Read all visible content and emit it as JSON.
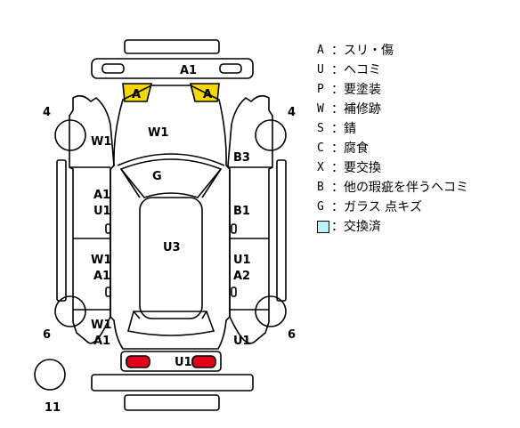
{
  "legend": [
    {
      "code": "A",
      "sep": "：",
      "meaning": "スリ・傷"
    },
    {
      "code": "U",
      "sep": "：",
      "meaning": "ヘコミ"
    },
    {
      "code": "P",
      "sep": "：",
      "meaning": "要塗装"
    },
    {
      "code": "W",
      "sep": "：",
      "meaning": "補修跡"
    },
    {
      "code": "S",
      "sep": "：",
      "meaning": "錆"
    },
    {
      "code": "C",
      "sep": "：",
      "meaning": "腐食"
    },
    {
      "code": "X",
      "sep": "：",
      "meaning": "要交換"
    },
    {
      "code": "B",
      "sep": "：",
      "meaning": "他の瑕疵を伴うヘコミ"
    },
    {
      "code": "G",
      "sep": "：",
      "meaning": "ガラス 点キズ"
    }
  ],
  "legend_swatch": {
    "sep": "：",
    "meaning": "交換済",
    "color": "#b9f3f7"
  },
  "colors": {
    "highlight_yellow": "#f5d800",
    "damage_red": "#e0001a",
    "outline": "#000000"
  },
  "labels": {
    "front_bumper": "A1",
    "headlight_left": "A",
    "headlight_right": "A",
    "hood": "W1",
    "windshield": "G",
    "roof": "U3",
    "left_front_fender": "W1",
    "left_front_door": [
      "A1",
      "U1"
    ],
    "left_rear_door": [
      "W1",
      "A1"
    ],
    "left_rear_quarter": [
      "W1",
      "A1"
    ],
    "right_front_fender": "B3",
    "right_front_door": "B1",
    "right_rear_door": [
      "U1",
      "A2"
    ],
    "right_rear_quarter": "U1",
    "rear_panel": "U1",
    "wheel_front_left": "4",
    "wheel_front_right": "4",
    "wheel_rear_left": "6",
    "wheel_rear_right": "6",
    "spare": "11"
  }
}
